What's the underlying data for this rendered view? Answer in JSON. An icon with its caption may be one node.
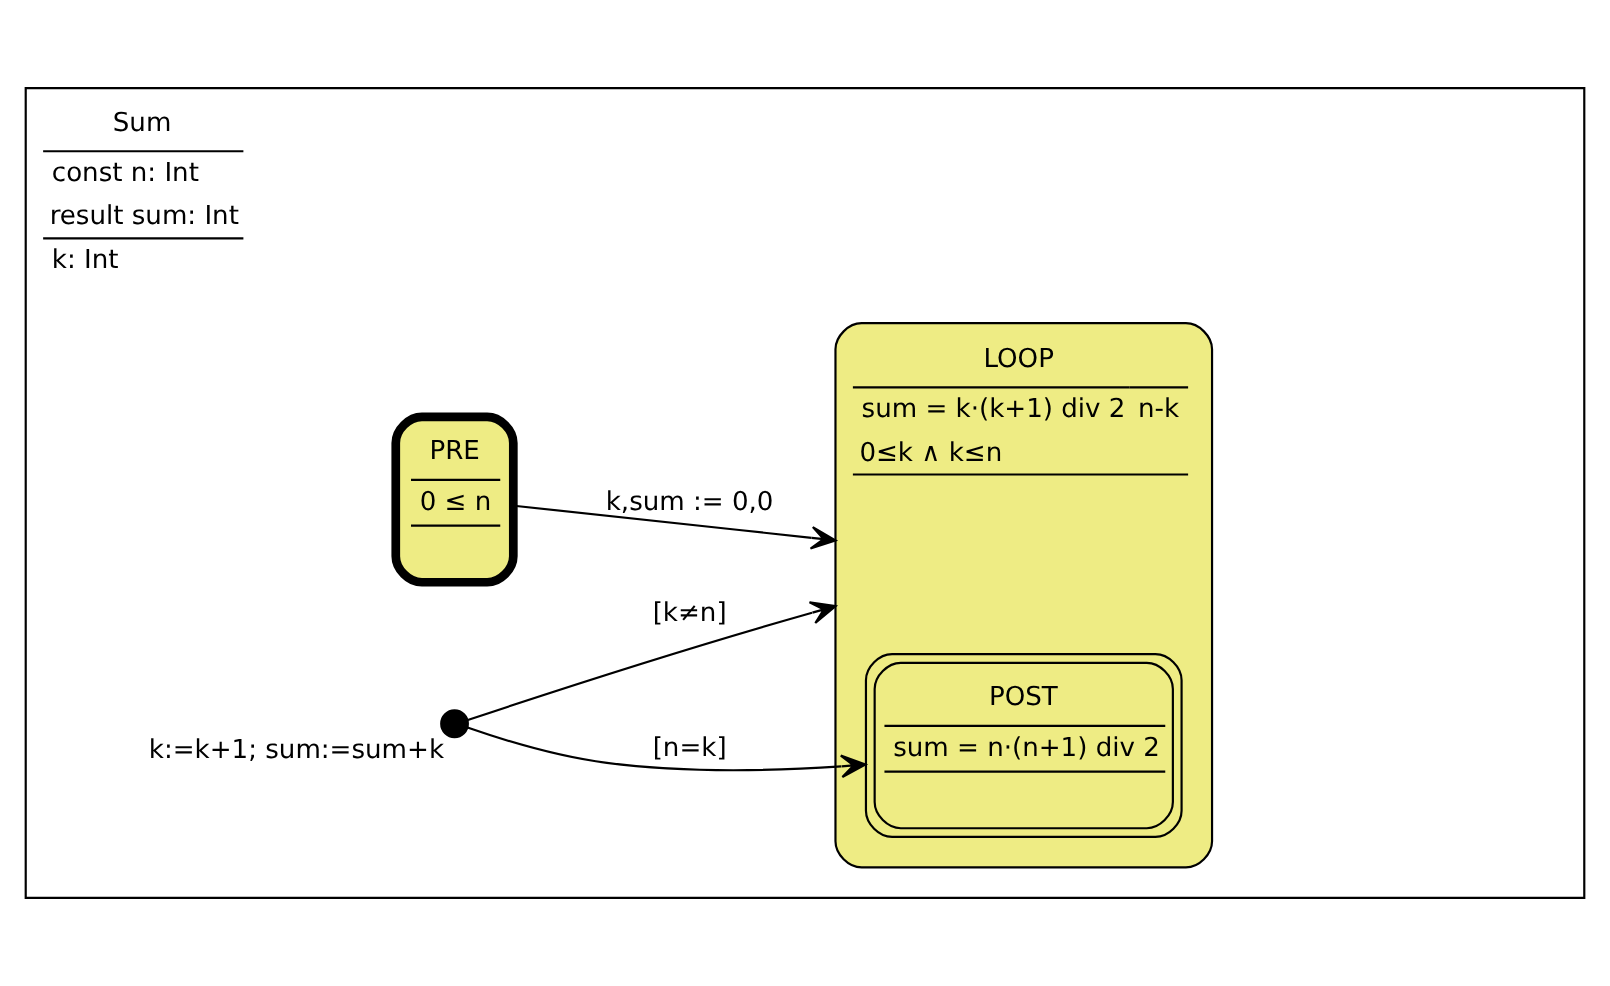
{
  "diagram": {
    "nodes": [
      {
        "text": [
          "Sum",
          "const n: Int",
          "result sum: Int",
          "k: Int"
        ]
      },
      {
        "text": [
          "PRE",
          "0 ≤ n"
        ],
        "in": 0
      },
      {
        "text": [
          "LOOP",
          "sum = k·(k+1) div 2",
          "n-k",
          "0≤k ∧ k≤n"
        ],
        "in": 0
      },
      {
        "text": [
          "POST",
          "sum = n·(n+1) div 2"
        ],
        "in": 2
      },
      {
        "text": [],
        "shape": "circle",
        "beside": [
          "k:=k+1; sum:=sum+k"
        ],
        "in": 0
      }
    ],
    "edges": [
      {
        "from": 1,
        "to": 2,
        "arrow": "to",
        "label": "k,sum := 0,0"
      },
      {
        "from": 4,
        "to": 2,
        "arrow": "to",
        "label": "[k≠n]"
      },
      {
        "from": 4,
        "to": 3,
        "arrow": "to",
        "label": "[n=k]"
      }
    ]
  }
}
